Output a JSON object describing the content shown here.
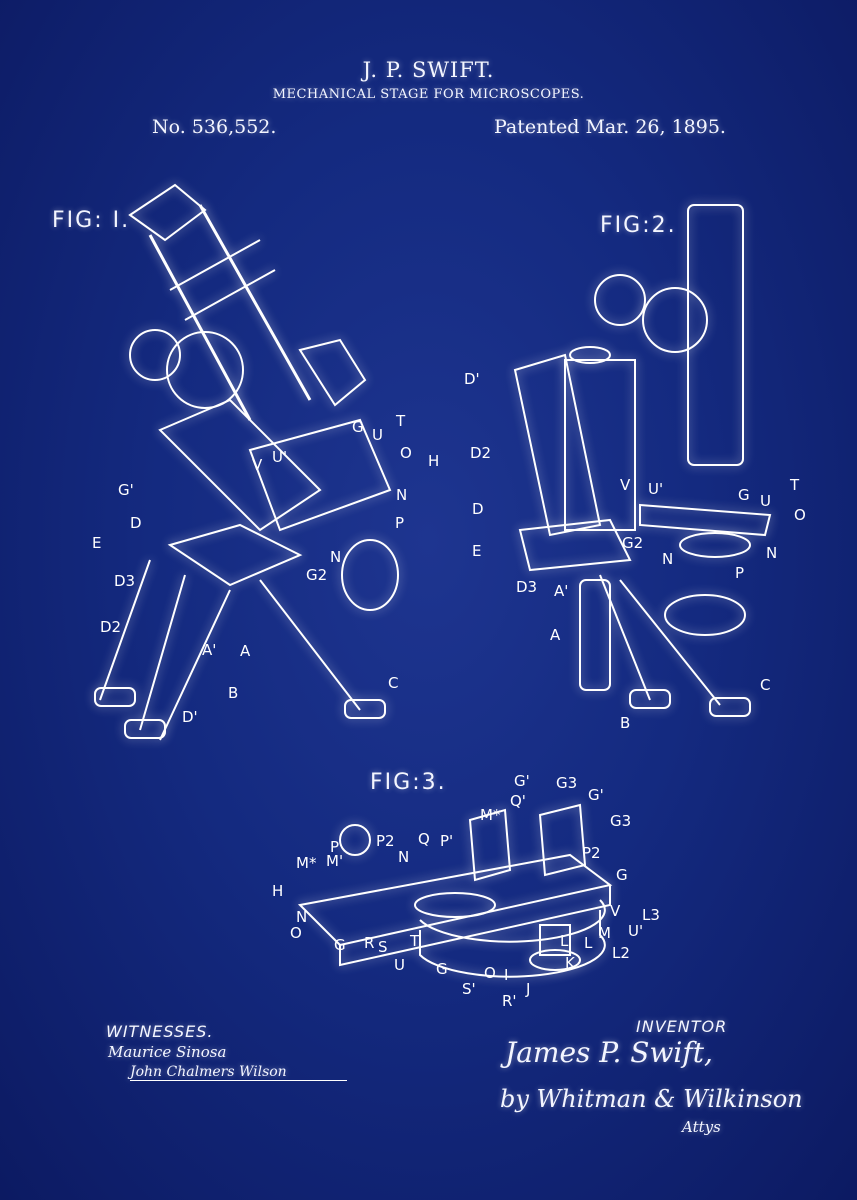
{
  "header": {
    "title": "J. P. SWIFT.",
    "subtitle": "MECHANICAL STAGE FOR MICROSCOPES.",
    "patent_number": "No. 536,552.",
    "patent_date": "Patented Mar. 26, 1895."
  },
  "figures": [
    {
      "title": "FIG: I.",
      "labels": [
        "G",
        "U",
        "T",
        "O",
        "H",
        "N",
        "P",
        "N",
        "V",
        "U'",
        "G'",
        "D",
        "E",
        "D3",
        "G2",
        "D2",
        "A'",
        "A",
        "B",
        "C",
        "D'"
      ]
    },
    {
      "title": "FIG:2.",
      "labels": [
        "D'",
        "D2",
        "D",
        "E",
        "D3",
        "G2",
        "A'",
        "A",
        "V",
        "U'",
        "G",
        "U",
        "T",
        "O",
        "N",
        "P",
        "N",
        "B",
        "C"
      ]
    },
    {
      "title": "FIG:3.",
      "labels": [
        "G'",
        "G3",
        "P",
        "P2",
        "N",
        "Q",
        "P'",
        "M*",
        "Q'",
        "G'",
        "G3",
        "P2",
        "G",
        "V",
        "U'",
        "L3",
        "M*",
        "M'",
        "H",
        "N",
        "O",
        "G",
        "R",
        "S",
        "T",
        "U",
        "G",
        "S'",
        "O",
        "I",
        "R'",
        "J",
        "K",
        "L",
        "L",
        "M",
        "L2"
      ]
    }
  ],
  "footer": {
    "witnesses_label": "WITNESSES.",
    "witness_1": "Maurice Sinosa",
    "witness_2": "John Chalmers Wilson",
    "inventor_label": "INVENTOR",
    "inventor_signature": "James P. Swift,",
    "attorney_signature": "by Whitman & Wilkinson",
    "attorney_suffix": "Attys"
  },
  "colors": {
    "background": "#142a80",
    "ink": "#ffffff"
  }
}
